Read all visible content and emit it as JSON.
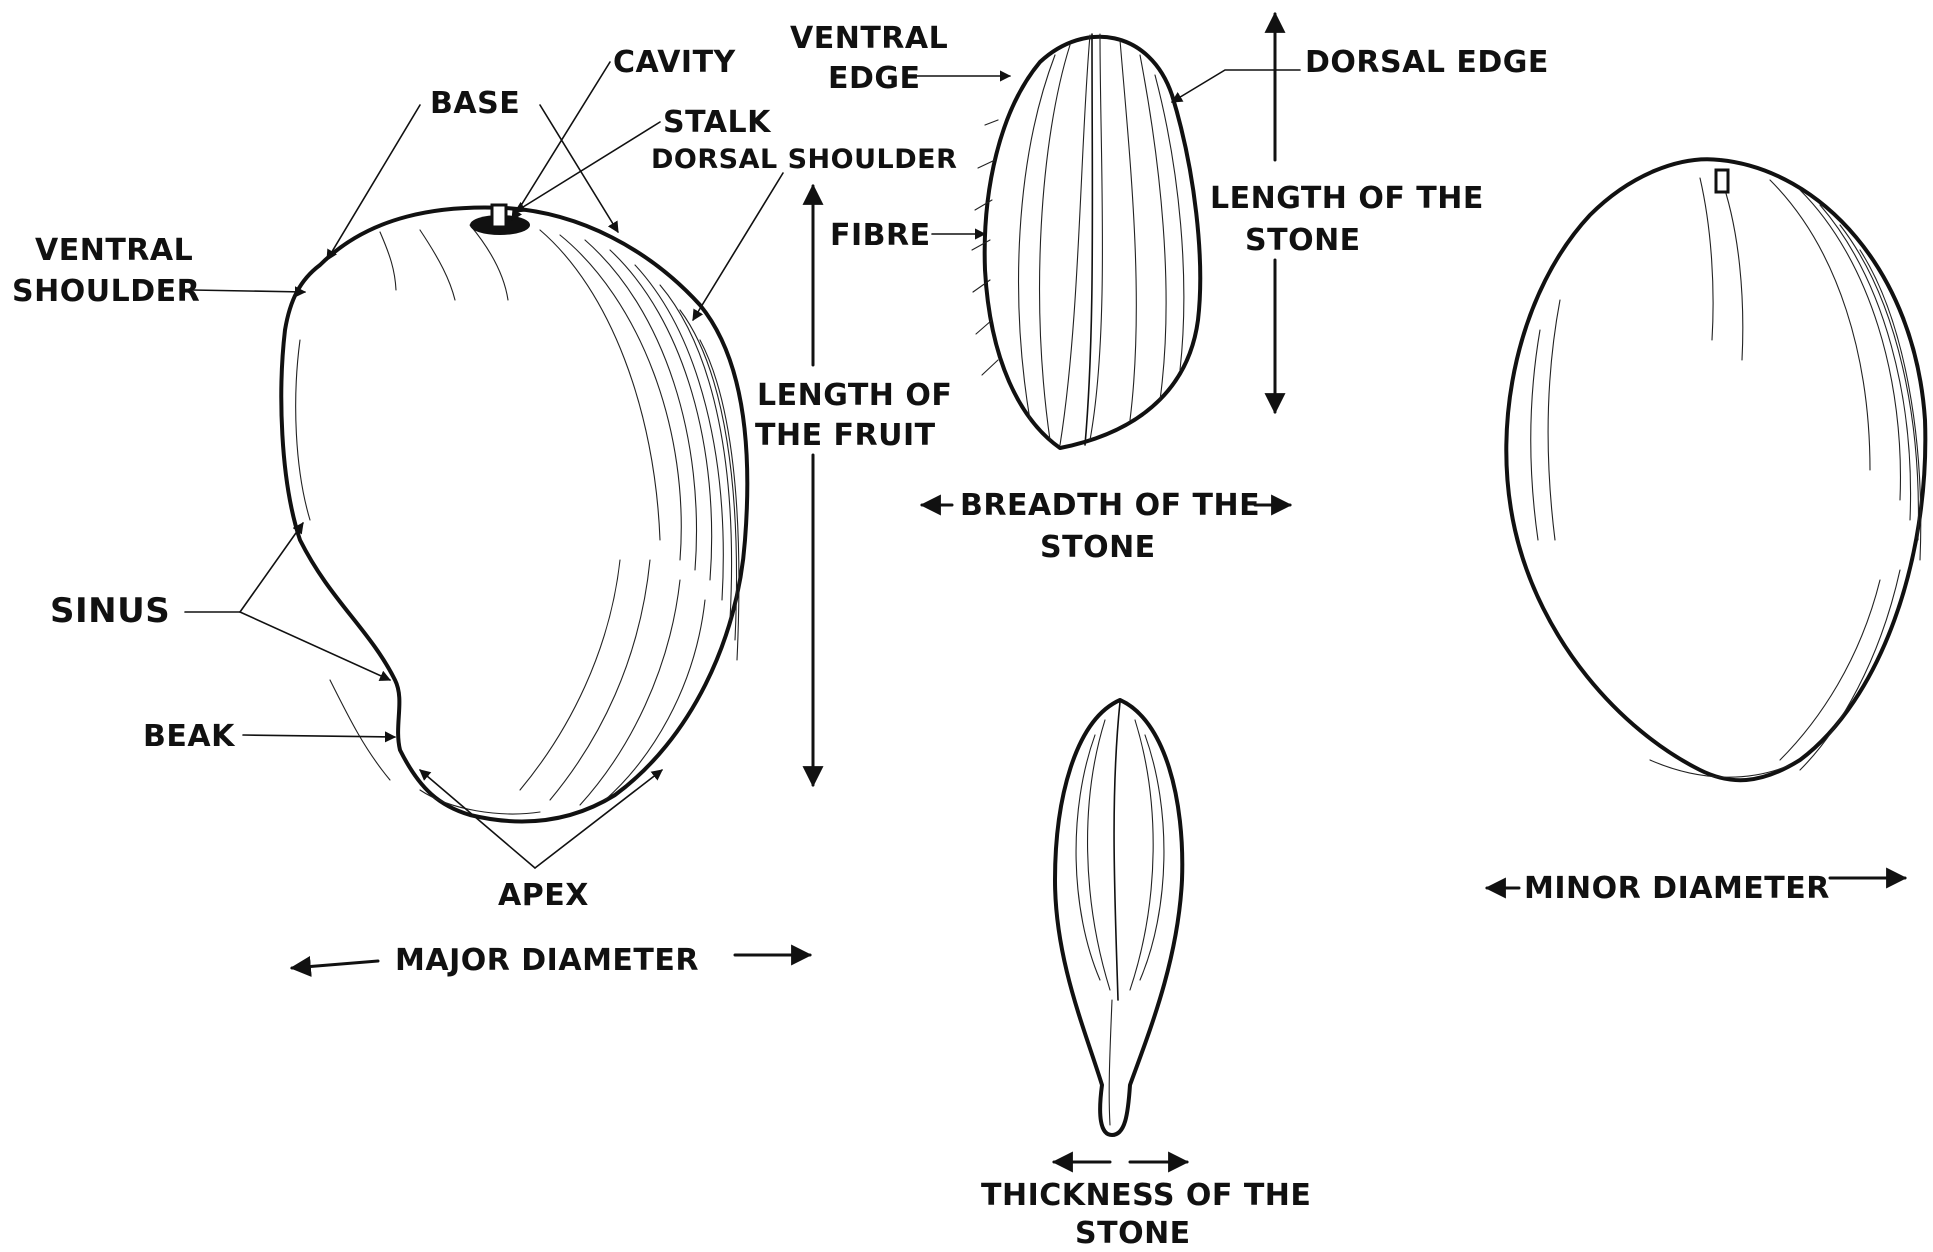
{
  "figure": {
    "fruit": {
      "labels": {
        "base": "BASE",
        "cavity": "CAVITY",
        "stalk": "STALK",
        "dorsal_shoulder": "DORSAL SHOULDER",
        "ventral": "VENTRAL",
        "shoulder": "SHOULDER",
        "sinus": "SINUS",
        "beak": "BEAK",
        "apex": "APEX",
        "length_1": "LENGTH OF",
        "length_2": "THE FRUIT",
        "major_diameter": "MAJOR DIAMETER"
      }
    },
    "stone_side": {
      "labels": {
        "ventral": "VENTRAL",
        "edge": "EDGE",
        "dorsal_edge": "DORSAL EDGE",
        "fibre": "FIBRE",
        "length_1": "LENGTH OF THE",
        "length_2": "STONE",
        "breadth_1": "BREADTH OF THE",
        "breadth_2": "STONE"
      }
    },
    "stone_edge": {
      "labels": {
        "thickness_1": "THICKNESS OF THE",
        "thickness_2": "STONE"
      }
    },
    "fruit_front": {
      "labels": {
        "minor_diameter": "MINOR DIAMETER"
      }
    }
  }
}
